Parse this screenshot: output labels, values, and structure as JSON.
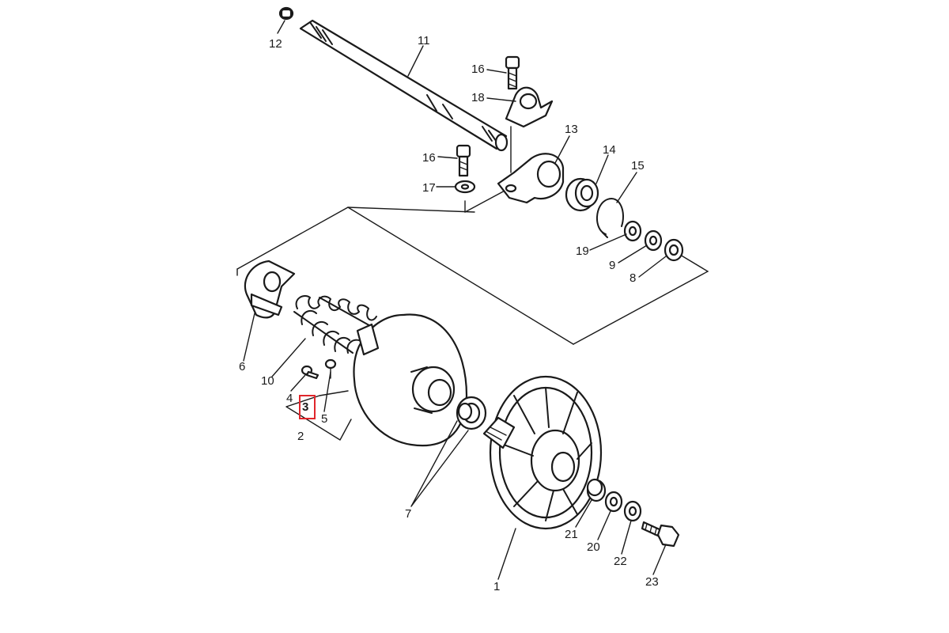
{
  "diagram": {
    "labels": {
      "p1": "1",
      "p2": "2",
      "p3": "3",
      "p4": "4",
      "p5": "5",
      "p6": "6",
      "p7": "7",
      "p8": "8",
      "p9": "9",
      "p10": "10",
      "p11": "11",
      "p12": "12",
      "p13": "13",
      "p14": "14",
      "p15": "15",
      "p16a": "16",
      "p16b": "16",
      "p17": "17",
      "p18": "18",
      "p19": "19",
      "p20": "20",
      "p21": "21",
      "p22": "22",
      "p23": "23"
    },
    "highlight_color": "#e0262b",
    "highlighted_part": "3"
  }
}
